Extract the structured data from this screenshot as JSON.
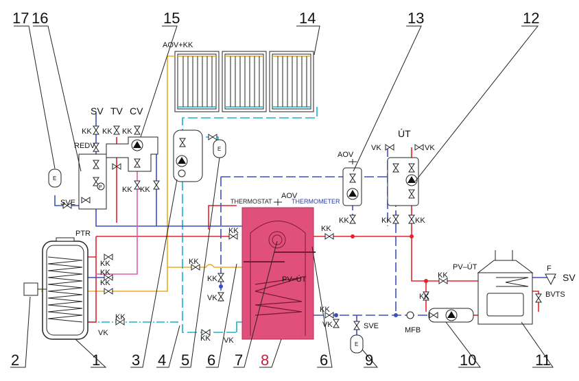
{
  "title": "Heating system schematic with solar collectors, storage tank and boiler",
  "colors": {
    "hot": "#e8202a",
    "cold": "#3a4fc0",
    "circulation": "#e05aa8",
    "solar_hot": "#f0a820",
    "solar_cold": "#18b0d0",
    "buffer_tank": "#e0507a"
  },
  "labels": {
    "sv": "SV",
    "tv": "TV",
    "cv": "CV",
    "kk": "KK",
    "redv": "REDV",
    "sve": "SVE",
    "ptr": "PTR",
    "vk": "VK",
    "aov_kk": "AOV+KK",
    "aov": "AOV",
    "ut": "ÚT",
    "thermostat": "THERMOSTAT",
    "thermometer": "THERMOMETER",
    "pv_ut": "PV–ÚT",
    "mfb": "MFB",
    "f": "F",
    "bvts": "BVTS",
    "e": "E",
    "p": "P"
  },
  "callouts": {
    "n1": "1",
    "n2": "2",
    "n3": "3",
    "n4": "4",
    "n5": "5",
    "n6": "6",
    "n7": "7",
    "n8": "8",
    "n9": "9",
    "n10": "10",
    "n11": "11",
    "n12": "12",
    "n13": "13",
    "n14": "14",
    "n15": "15",
    "n16": "16",
    "n17": "17"
  }
}
